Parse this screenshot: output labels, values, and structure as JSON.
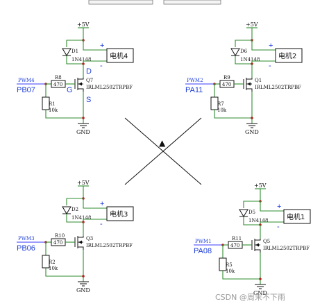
{
  "top_tabs": [
    "",
    ""
  ],
  "crossing": {
    "arrow_glyph": "▲"
  },
  "watermark": "CSDN @周末不下雨",
  "blocks": [
    {
      "vcc": "+5V",
      "diode": "D1",
      "diode_part": "1N4148",
      "motor": "电机4",
      "plus": "+",
      "minus": "-",
      "pwm_net": "PWM4",
      "port": "PB07",
      "gate_res": "R8",
      "gate_res_val": "470",
      "pull_res": "R1",
      "pull_res_val": "10k",
      "mosfet": "Q7",
      "mosfet_part": "IRLML2502TRPBF",
      "gnd": "GND",
      "pin_d": "D",
      "pin_g": "G",
      "pin_s": "S"
    },
    {
      "vcc": "+5V",
      "diode": "D6",
      "diode_part": "1N4148",
      "motor": "电机2",
      "plus": "+",
      "minus": "-",
      "pwm_net": "PWM2",
      "port": "PA11",
      "gate_res": "R9",
      "gate_res_val": "470",
      "pull_res": "R7",
      "pull_res_val": "10k",
      "mosfet": "Q1",
      "mosfet_part": "IRLML2502TRPBF",
      "gnd": "GND",
      "pin_d": "",
      "pin_g": "",
      "pin_s": ""
    },
    {
      "vcc": "+5V",
      "diode": "D2",
      "diode_part": "1N4148",
      "motor": "电机3",
      "plus": "+",
      "minus": "-",
      "pwm_net": "PWM3",
      "port": "PB06",
      "gate_res": "R10",
      "gate_res_val": "470",
      "pull_res": "R2",
      "pull_res_val": "10k",
      "mosfet": "Q3",
      "mosfet_part": "IRLML2502TRPBF",
      "gnd": "GND",
      "pin_d": "",
      "pin_g": "",
      "pin_s": ""
    },
    {
      "vcc": "+5V",
      "diode": "D5",
      "diode_part": "1N4148",
      "motor": "电机1",
      "plus": "+",
      "minus": "-",
      "pwm_net": "PWM1",
      "port": "PA08",
      "gate_res": "R11",
      "gate_res_val": "470",
      "pull_res": "R5",
      "pull_res_val": "10k",
      "mosfet": "Q5",
      "mosfet_part": "IRLML2502TRPBF",
      "gnd": "GND",
      "pin_d": "",
      "pin_g": "",
      "pin_s": ""
    }
  ],
  "colors": {
    "wire": "#2e8b2e",
    "net_label": "#1f3fd8",
    "pin_dot": "#b22222"
  }
}
